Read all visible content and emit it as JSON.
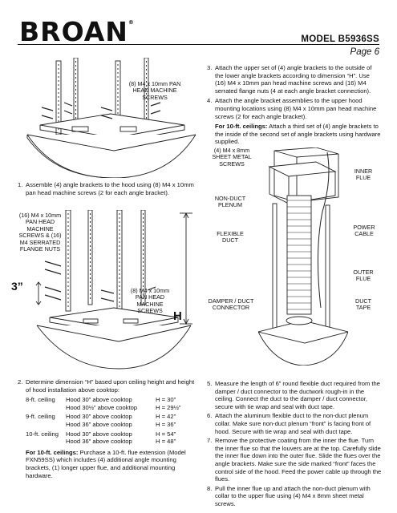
{
  "header": {
    "brand": "BROAN",
    "model": "MODEL  B5936SS",
    "page": "Page 6"
  },
  "figure1": {
    "screws_label": "(8) M4 x 10mm PAN HEAD MACHINE SCREWS"
  },
  "steps_right_top": [
    {
      "n": "3.",
      "text": "Attach the upper set of (4) angle brackets to the outside of the lower angle brackets according to dimension “H”. Use (16) M4 x 10mm pan head machine screws and (16) M4 serrated flange nuts (4 at each angle bracket connection)."
    },
    {
      "n": "4.",
      "text": "Attach the angle bracket assemblies to the upper hood mounting locations using (8) M4 x 10mm pan head machine screws (2 for each angle bracket)."
    }
  ],
  "note_10ft_right": {
    "bold": "For 10-ft. ceilings:",
    "text": " Attach a third set of (4) angle brackets to the inside of the second set of angle brackets using hardware supplied."
  },
  "step1": {
    "n": "1.",
    "text": "Assemble (4) angle brackets to the hood using (8) M4 x 10mm pan head machine screws (2 for each angle bracket)."
  },
  "figure2": {
    "nuts_label": "(16) M4 x 10mm PAN HEAD MACHINE SCREWS & (16) M4 SERRATED FLANGE NUTS",
    "dim_label": "3”",
    "screws_label": "(8) M4 x 10mm PAN HEAD MACHINE SCREWS",
    "h_label": "H"
  },
  "figure3": {
    "sheet_screws": "(4) M4 x 8mm SHEET METAL SCREWS",
    "non_duct": "NON-DUCT PLENUM",
    "flex_duct": "FLEXIBLE DUCT",
    "damper": "DAMPER / DUCT CONNECTOR",
    "inner_flue": "INNER FLUE",
    "power_cable": "POWER CABLE",
    "outer_flue": "OUTER FLUE",
    "duct_tape": "DUCT TAPE"
  },
  "step2": {
    "n": "2.",
    "text": "Determine dimension “H” based upon ceiling height and height of hood installation above cooktop:",
    "rows": [
      {
        "ceiling": "8-ft. ceiling",
        "hood": "Hood 30” above cooktop",
        "h": "H = 30”"
      },
      {
        "ceiling": "",
        "hood": "Hood 30½” above cooktop",
        "h": "H = 29½”"
      },
      {
        "ceiling": "9-ft. ceiling",
        "hood": "Hood 30” above cooktop",
        "h": "H = 42”"
      },
      {
        "ceiling": "",
        "hood": "Hood 36” above cooktop",
        "h": "H = 36”"
      },
      {
        "ceiling": "10-ft. ceiling",
        "hood": "Hood 30” above cooktop",
        "h": "H = 54”"
      },
      {
        "ceiling": "",
        "hood": "Hood 36” above cooktop",
        "h": "H = 48”"
      }
    ],
    "note_bold": "For 10-ft. ceilings:",
    "note": " Purchase a 10-ft. flue extension (Model FXN59SS) which includes (4) additional angle mounting brackets, (1) longer upper flue, and additional mounting hardware."
  },
  "steps_right_bottom": [
    {
      "n": "5.",
      "text": "Measure the length of 6” round flexible duct required from the damper / duct connector to the ductwork rough-in in the ceiling. Connect the duct to the damper / duct connector, secure with tie wrap and seal with duct tape."
    },
    {
      "n": "6.",
      "text": "Attach the aluminum flexible duct to the non-duct plenum collar. Make sure non-duct plenum “front” is facing front of hood. Secure with tie wrap and seal with duct tape."
    },
    {
      "n": "7.",
      "text": "Remove the protective coating from the inner the flue. Turn the inner flue so that the louvers are at the top. Carefully slide the inner flue down into the outer flue. Slide the flues over the angle brackets. Make sure the side marked “front” faces the control side of the hood. Feed the power cable up through the flues."
    },
    {
      "n": "8.",
      "text": "Pull the inner flue up and attach the non-duct plenum with collar to the upper flue using (4) M4 x 8mm sheet metal screws."
    }
  ]
}
